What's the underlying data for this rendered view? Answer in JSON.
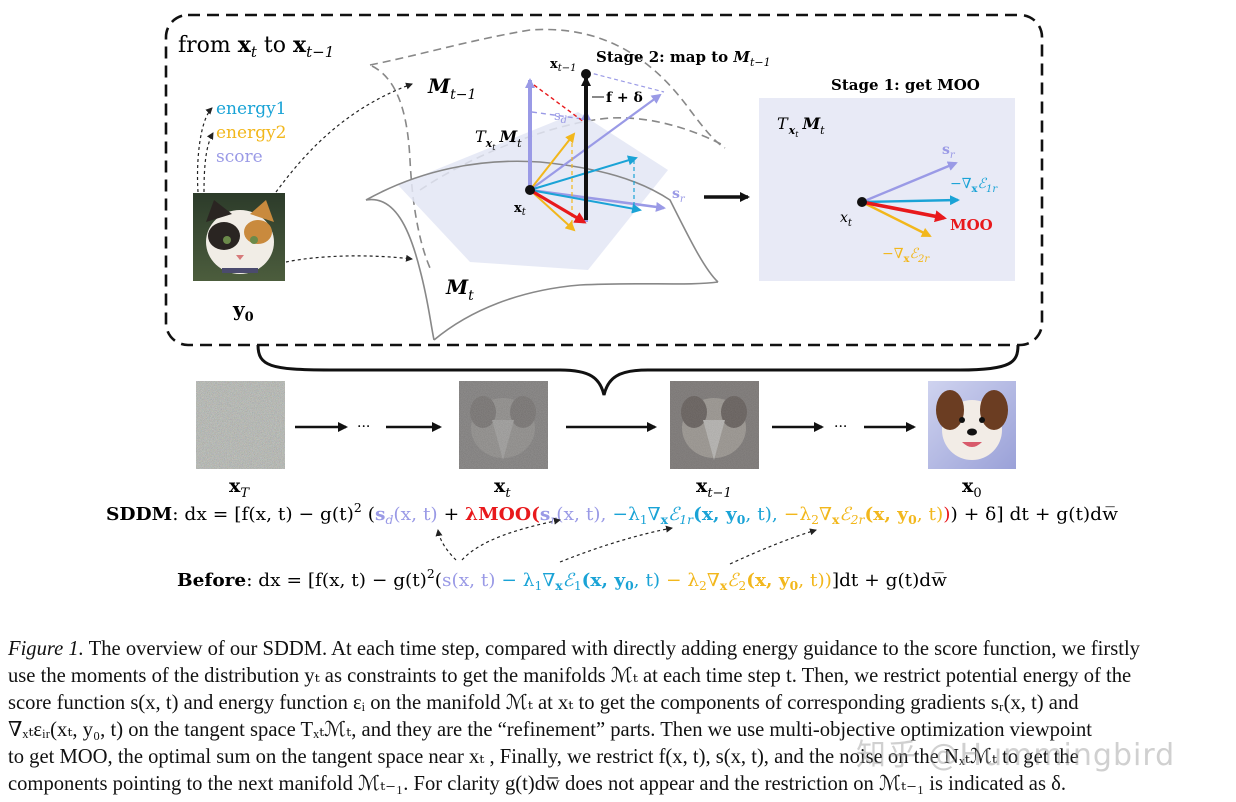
{
  "colors": {
    "energy1": "#1aa3d6",
    "energy2": "#f2b71c",
    "score": "#9a9ae6",
    "moo": "#e8191c",
    "plane": "#e6e8f5",
    "stage1_bg": "#e8eaf6"
  },
  "icons": [
    "cat-photo",
    "dog-photo",
    "noise-image"
  ],
  "box": {
    "title_prefix": "from ",
    "title_x1": "x",
    "title_t1": "t",
    "title_mid": " to ",
    "title_x2": "x",
    "title_t2": "t−1"
  },
  "legend": {
    "energy1": "energy1",
    "energy2": "energy2",
    "score": "score"
  },
  "cat_label": "y",
  "cat_sub": "0",
  "manifold": {
    "m_prev": "M",
    "m_prev_sub": "t−1",
    "m_t": "M",
    "m_t_sub": "t",
    "tangent_T": "T",
    "tangent_sub": "x",
    "tangent_sub2": "t",
    "tangent_M": "M",
    "tangent_M_sub": "t"
  },
  "stage2": {
    "label": "Stage 2: map to ",
    "m": "M",
    "m_sub": "t−1"
  },
  "stage1": {
    "label": "Stage 1: get MOO",
    "T": "T",
    "M": "M",
    "Msub": "t",
    "sr": "s",
    "sr_sub": "r",
    "grad1": "−∇",
    "grad1_sub": "x",
    "grad1_E": "ℰ",
    "grad1_Esub": "1r",
    "moo": "MOO",
    "grad2": "−∇",
    "grad2_sub": "x",
    "grad2_E": "ℰ",
    "grad2_Esub": "2r",
    "xt": "x",
    "xt_sub": "t"
  },
  "inner": {
    "xt1": "x",
    "xt1_sub": "t−1",
    "f_delta": "f + δ",
    "sd": "s",
    "sd_sub": "d",
    "sr": "s",
    "sr_sub": "r",
    "xt": "x",
    "xt_sub": "t"
  },
  "chain": {
    "dots": "···",
    "labels": [
      {
        "main": "x",
        "sub": "T"
      },
      {
        "main": "x",
        "sub": "t"
      },
      {
        "main": "x",
        "sub": "t−1"
      },
      {
        "main": "x",
        "sub": "0"
      }
    ]
  },
  "eq_sddm": {
    "label": "SDDM",
    "colon": ": dx = ",
    "p1": "[f(x, t) − g(t)",
    "sq": "2",
    "p2": " (",
    "sd": "s",
    "sd_sub": "d",
    "sd_args": "(x, t)",
    "plus": " + ",
    "lam_moo": "λMOO(",
    "sr": "s",
    "sr_sub": "r",
    "sr_args": "(x, t), ",
    "e1": "−λ",
    "e1_sub": "1",
    "e1_grad": "∇",
    "e1_gsub": "x",
    "e1_E": "ℰ",
    "e1_Esub": "1r",
    "e1_args": "(x, y",
    "e1_y": "0",
    "e1_end": ", t),",
    "e2": " −λ",
    "e2_sub": "2",
    "e2_grad": "∇",
    "e2_gsub": "x",
    "e2_E": "ℰ",
    "e2_Esub": "2r",
    "e2_args": "(x, y",
    "e2_y": "0",
    "e2_end": ", t)",
    "close_red": ")",
    "close": ") + δ] dt + g(t)dw̅"
  },
  "eq_before": {
    "label": "Before",
    "colon": ": dx = ",
    "p1": "[f(x, t) − g(t)",
    "sq": "2",
    "p2": "(",
    "s": "s(x, t)",
    "e1": " − λ",
    "e1_sub": "1",
    "e1_grad": "∇",
    "e1_gsub": "x",
    "e1_E": "ℰ",
    "e1_Esub": "1",
    "e1_args": "(x, y",
    "e1_y": "0",
    "e1_end": ", t)",
    "e2": " − λ",
    "e2_sub": "2",
    "e2_grad": "∇",
    "e2_gsub": "x",
    "e2_E": "ℰ",
    "e2_Esub": "2",
    "e2_args": "(x, y",
    "e2_y": "0",
    "e2_end": ", t))",
    "close": "]dt + g(t)dw̅"
  },
  "caption": {
    "lead": "Figure 1.",
    "lines": [
      " The overview of our SDDM. At each time step, compared with directly adding energy guidance to the score function, we firstly",
      "use the moments of the distribution yₜ as constraints to get the manifolds ℳₜ at each time step t. Then, we restrict potential energy of the",
      "score function s(x, t) and energy function εᵢ on the manifold ℳₜ at xₜ to get the components of corresponding gradients sᵣ(x, t) and",
      "∇ₓₜεᵢᵣ(xₜ, y₀, t) on the tangent space Tₓₜℳₜ, and they are the “refinement” parts. Then we use multi-objective optimization viewpoint",
      "to get MOO, the optimal sum on the tangent space near xₜ , Finally, we restrict f(x, t), s(x, t), and the noise on the Nₓₜℳₜ to get the",
      "components pointing to the next manifold ℳₜ₋₁. For clarity g(t)dw̅ does not appear and the restriction on ℳₜ₋₁ is indicated as δ."
    ]
  },
  "watermark": "知乎 @Hummingbird"
}
